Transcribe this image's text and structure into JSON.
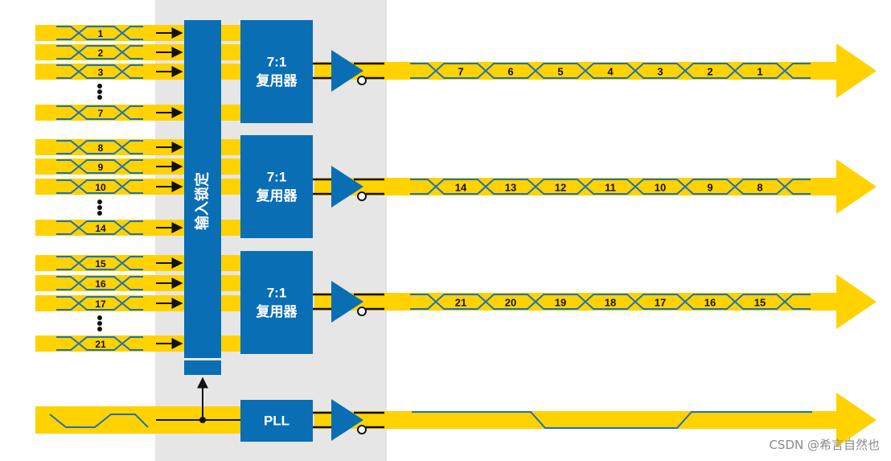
{
  "colors": {
    "lane": "#ffd200",
    "block": "#0a6eb4",
    "eye_stroke": "#1d72b8",
    "shade": "#e6e6e6",
    "wire": "#111111",
    "label_text": "#ffffff",
    "bit_text": "#111111"
  },
  "latch": {
    "label": "输入锁定"
  },
  "groups": [
    {
      "inputs": [
        "1",
        "2",
        "3",
        "7"
      ],
      "mux": [
        "7:1",
        "复用器"
      ],
      "serial": [
        "7",
        "6",
        "5",
        "4",
        "3",
        "2",
        "1"
      ]
    },
    {
      "inputs": [
        "8",
        "9",
        "10",
        "14"
      ],
      "mux": [
        "7:1",
        "复用器"
      ],
      "serial": [
        "14",
        "13",
        "12",
        "11",
        "10",
        "9",
        "8"
      ]
    },
    {
      "inputs": [
        "15",
        "16",
        "17",
        "21"
      ],
      "mux": [
        "7:1",
        "复用器"
      ],
      "serial": [
        "21",
        "20",
        "19",
        "18",
        "17",
        "16",
        "15"
      ]
    }
  ],
  "pll": {
    "label": "PLL"
  },
  "icons": {
    "ellipsis": "vertical-ellipsis-icon",
    "buffer": "differential-buffer-triangle-icon",
    "arrow": "signal-arrow-icon"
  },
  "watermark": "CSDN @希言自然也"
}
